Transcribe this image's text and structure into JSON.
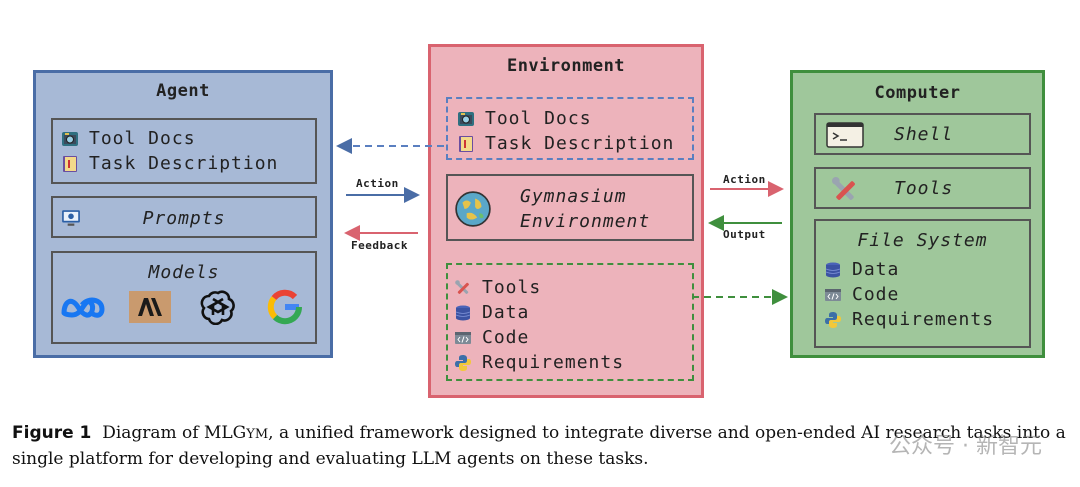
{
  "agent": {
    "title": "Agent",
    "context_items": [
      {
        "label": "Tool Docs",
        "icon": "camera-book-icon"
      },
      {
        "label": "Task Description",
        "icon": "book-icon"
      }
    ],
    "prompts": {
      "label": "Prompts",
      "icon": "monitor-gear-icon"
    },
    "models": {
      "label": "Models",
      "logos": [
        "meta-logo-icon",
        "anthropic-logo-icon",
        "openai-logo-icon",
        "google-logo-icon"
      ]
    }
  },
  "environment": {
    "title": "Environment",
    "docs_items": [
      {
        "label": "Tool Docs",
        "icon": "camera-book-icon"
      },
      {
        "label": "Task Description",
        "icon": "book-icon"
      }
    ],
    "gym": {
      "line1": "Gymnasium",
      "line2": "Environment",
      "icon": "globe-icon"
    },
    "resources": [
      {
        "label": "Tools",
        "icon": "tools-icon"
      },
      {
        "label": "Data",
        "icon": "database-icon"
      },
      {
        "label": "Code",
        "icon": "code-icon"
      },
      {
        "label": "Requirements",
        "icon": "python-icon"
      }
    ]
  },
  "computer": {
    "title": "Computer",
    "shell": {
      "label": "Shell",
      "icon": "terminal-icon"
    },
    "tools": {
      "label": "Tools",
      "icon": "tools-icon"
    },
    "fs": {
      "title": "File System",
      "items": [
        {
          "label": "Data",
          "icon": "database-icon"
        },
        {
          "label": "Code",
          "icon": "code-icon"
        },
        {
          "label": "Requirements",
          "icon": "python-icon"
        }
      ]
    }
  },
  "arrows": {
    "agent_action": "Action",
    "agent_feedback": "Feedback",
    "comp_action": "Action",
    "comp_output": "Output"
  },
  "caption": {
    "figure": "Figure 1",
    "text_part1": "Diagram of MLG",
    "text_smallcaps": "ym",
    "text_part2": ", a unified framework designed to integrate diverse and open-ended AI research tasks into a single platform for developing and evaluating LLM agents on these tasks."
  },
  "watermark": "公众号 · 新智元",
  "colors": {
    "agent": "#a7b9d6",
    "environment": "#edb3bb",
    "computer": "#9fc79b",
    "blue_arrow": "#4a6da6",
    "red_arrow": "#d9636f",
    "green_arrow": "#3f8f3d"
  }
}
